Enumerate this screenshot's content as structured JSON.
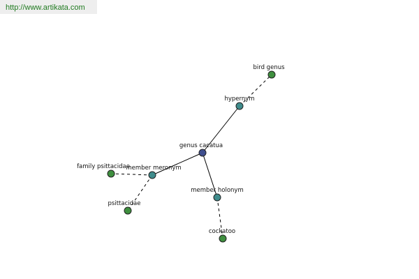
{
  "url_label": "http://www.artikata.com",
  "colors": {
    "center_node": "#3f4e8e",
    "relation_node": "#3f8c8c",
    "leaf_node": "#3f8f3f",
    "url_text": "#1f7a1f",
    "url_background": "#eeeeee"
  },
  "graph": {
    "center": {
      "id": "center",
      "label": "genus cacatua"
    },
    "relations": [
      {
        "id": "hypernym",
        "label": "hypernym"
      },
      {
        "id": "member_meronym",
        "label": "member meronym"
      },
      {
        "id": "member_holonym",
        "label": "member holonym"
      }
    ],
    "leaves": [
      {
        "id": "bird_genus",
        "label": "bird genus",
        "relation": "hypernym"
      },
      {
        "id": "family_psittacidae",
        "label": "family psittacidae",
        "relation": "member_meronym"
      },
      {
        "id": "psittacidae",
        "label": "psittacidae",
        "relation": "member_meronym"
      },
      {
        "id": "cockatoo",
        "label": "cockatoo",
        "relation": "member_holonym"
      }
    ]
  }
}
